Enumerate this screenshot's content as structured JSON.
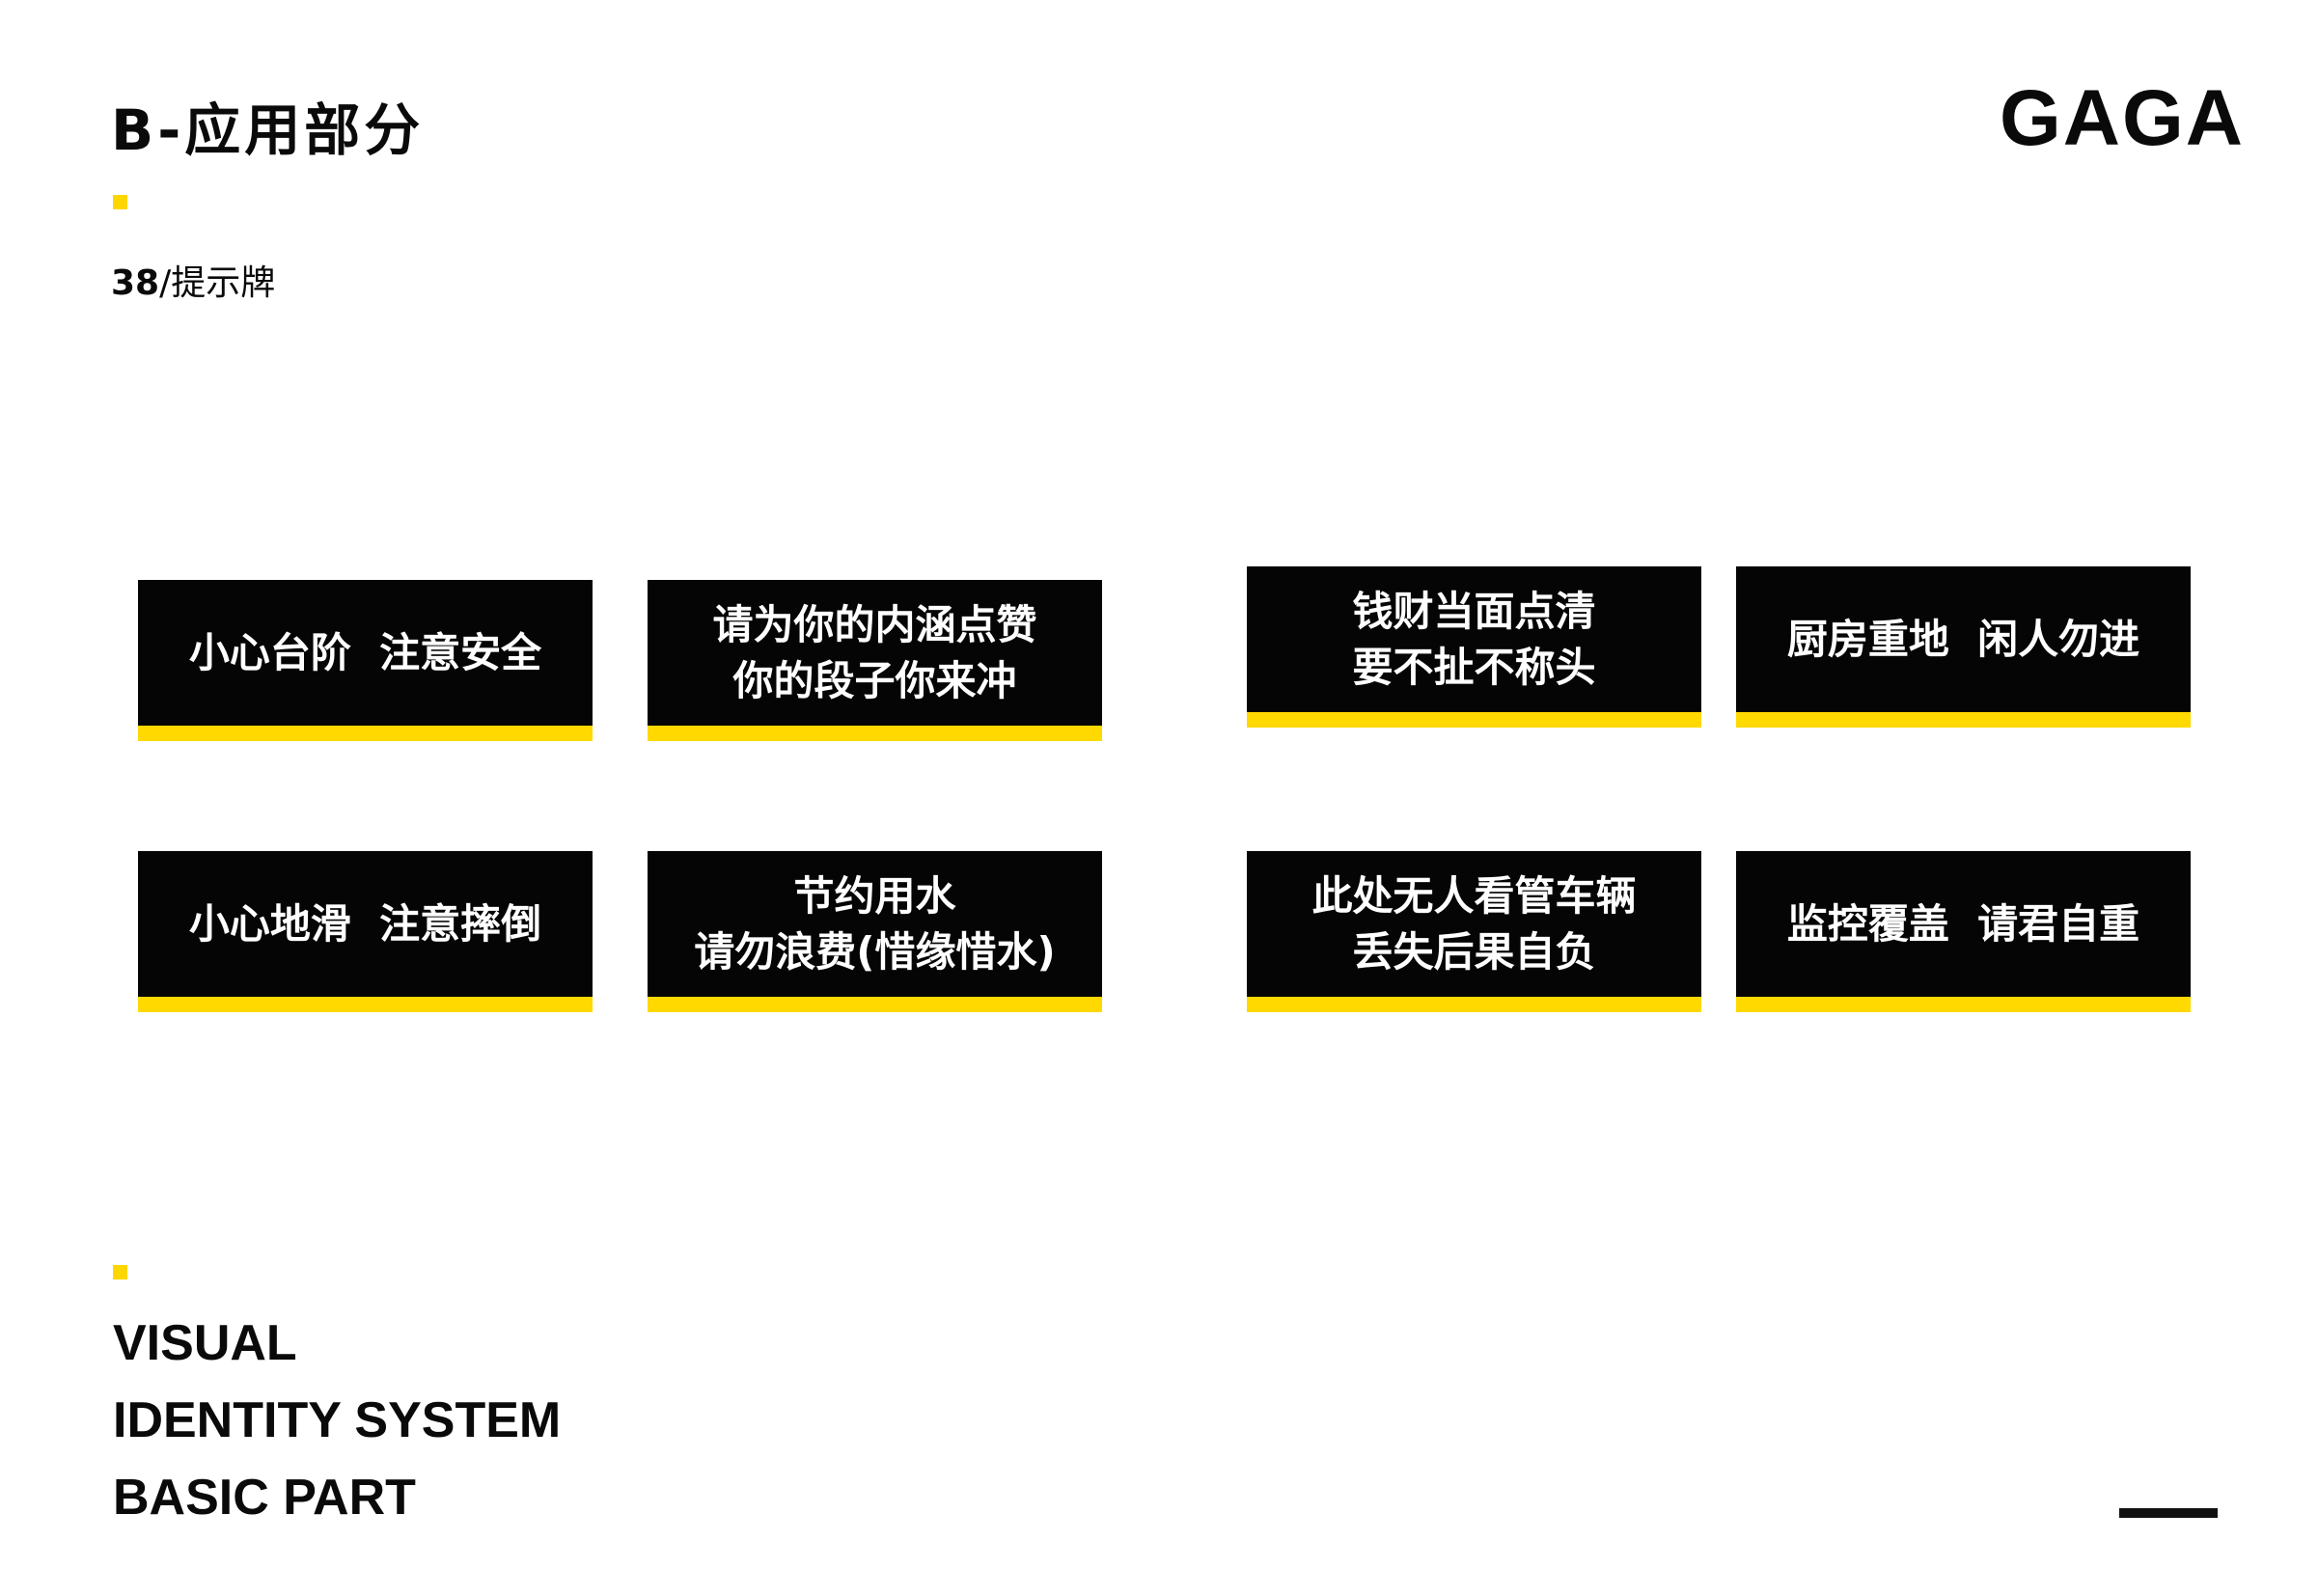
{
  "header": {
    "title": "B-应用部分",
    "logo": "GAGA",
    "section_number": "38",
    "section_sep": "/",
    "section_name": "提示牌"
  },
  "signs": [
    {
      "lines": [
        "小心台阶  注意安全"
      ]
    },
    {
      "lines": [
        "请为你的内涵点赞",
        "你的段子你来冲"
      ]
    },
    {
      "lines": [
        "钱财当面点清",
        "要不扯不称头"
      ]
    },
    {
      "lines": [
        "厨房重地  闲人勿进"
      ]
    },
    {
      "lines": [
        "小心地滑  注意摔倒"
      ]
    },
    {
      "lines": [
        "节约用水",
        "请勿浪费(惜缘惜水)"
      ]
    },
    {
      "lines": [
        "此处无人看管车辆",
        "丢失后果自负"
      ]
    },
    {
      "lines": [
        "监控覆盖  请君自重"
      ]
    }
  ],
  "footer": {
    "lines": [
      "VISUAL",
      "IDENTITY SYSTEM",
      "BASIC PART"
    ]
  },
  "colors": {
    "accent": "#ffd900",
    "sign_bg": "#050505",
    "text": "#0a0a0a"
  }
}
